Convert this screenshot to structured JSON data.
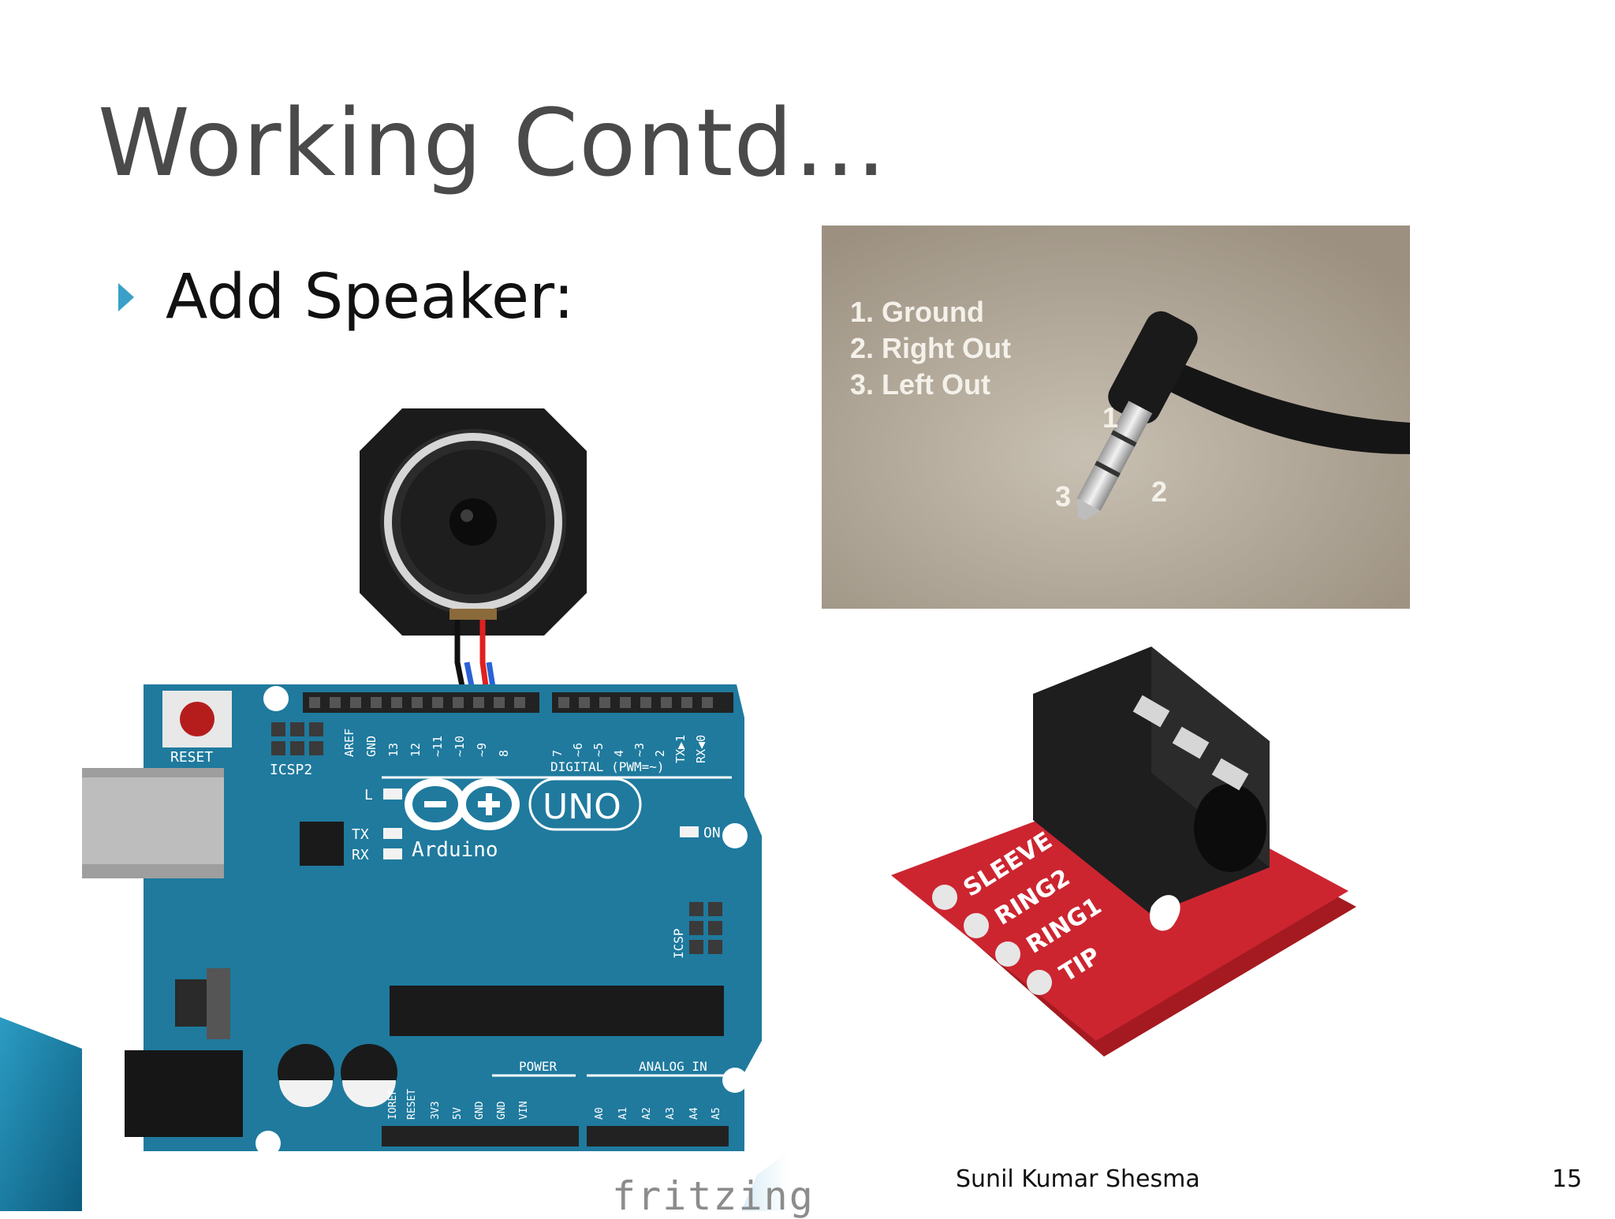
{
  "slide": {
    "title": "Working Contd…",
    "bullet": "Add Speaker:",
    "footer_author": "Sunil Kumar Shesma",
    "page_number": "15"
  },
  "jack_photo": {
    "legend": [
      "1. Ground",
      "2. Right Out",
      "3. Left Out"
    ],
    "pin_labels": [
      "1",
      "2",
      "3"
    ]
  },
  "arduino": {
    "reset_label": "RESET",
    "icsp2_label": "ICSP2",
    "icsp_label": "ICSP",
    "led_l": "L",
    "led_tx": "TX",
    "led_rx": "RX",
    "led_on": "ON",
    "model": "UNO",
    "brand": "Arduino",
    "digital_label": "DIGITAL (PWM=~)",
    "power_label": "POWER",
    "analog_label": "ANALOG IN",
    "digital_pins": [
      "AREF",
      "GND",
      "13",
      "12",
      "~11",
      "~10",
      "~9",
      "8",
      "7",
      "~6",
      "~5",
      "4",
      "~3",
      "2",
      "TX▶1",
      "RX◀0"
    ],
    "power_pins": [
      "IOREF",
      "RESET",
      "3V3",
      "5V",
      "GND",
      "GND",
      "VIN"
    ],
    "analog_pins": [
      "A0",
      "A1",
      "A2",
      "A3",
      "A4",
      "A5"
    ]
  },
  "breakout": {
    "labels": [
      "SLEEVE",
      "RING2",
      "RING1",
      "TIP"
    ]
  },
  "watermark": "fritzing",
  "colors": {
    "title": "#4a4a4a",
    "bullet_arrow": "#3aa0c8",
    "board_blue": "#1f7a9e",
    "breakout_red": "#c8232b",
    "photo_bg": "#a99e8d"
  }
}
